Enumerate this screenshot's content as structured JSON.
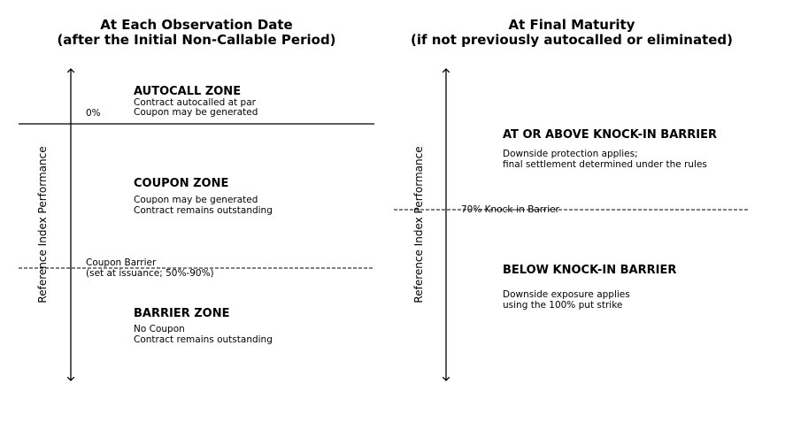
{
  "left_panel": {
    "title_line1": "At Each Observation Date",
    "title_line2": "(after the Initial Non-Callable Period)",
    "ylabel": "Reference Index Performance",
    "zero_label": "0%",
    "barrier_label_line1": "Coupon Barrier",
    "barrier_label_line2": "(set at issuance; 50%-90%)",
    "autocall_zone": {
      "title": "AUTOCALL ZONE",
      "line1": "Contract autocalled at par",
      "line2": "Coupon may be generated"
    },
    "coupon_zone": {
      "title": "COUPON ZONE",
      "line1": "Coupon may be generated",
      "line2": "Contract remains outstanding"
    },
    "barrier_zone": {
      "title": "BARRIER ZONE",
      "line1": "No Coupon",
      "line2": "Contract remains outstanding"
    }
  },
  "right_panel": {
    "title_line1": "At Final Maturity",
    "title_line2": "(if not previously autocalled or eliminated)",
    "ylabel": "Reference Index Performance",
    "barrier_label": "70% Knock-in Barrier",
    "above_zone": {
      "title": "AT OR ABOVE KNOCK-IN BARRIER",
      "line1": "Downside protection applies;",
      "line2": "final settlement determined under the rules"
    },
    "below_zone": {
      "title": "BELOW KNOCK-IN BARRIER",
      "line1": "Downside exposure applies",
      "line2": "using the 100% put strike"
    }
  }
}
